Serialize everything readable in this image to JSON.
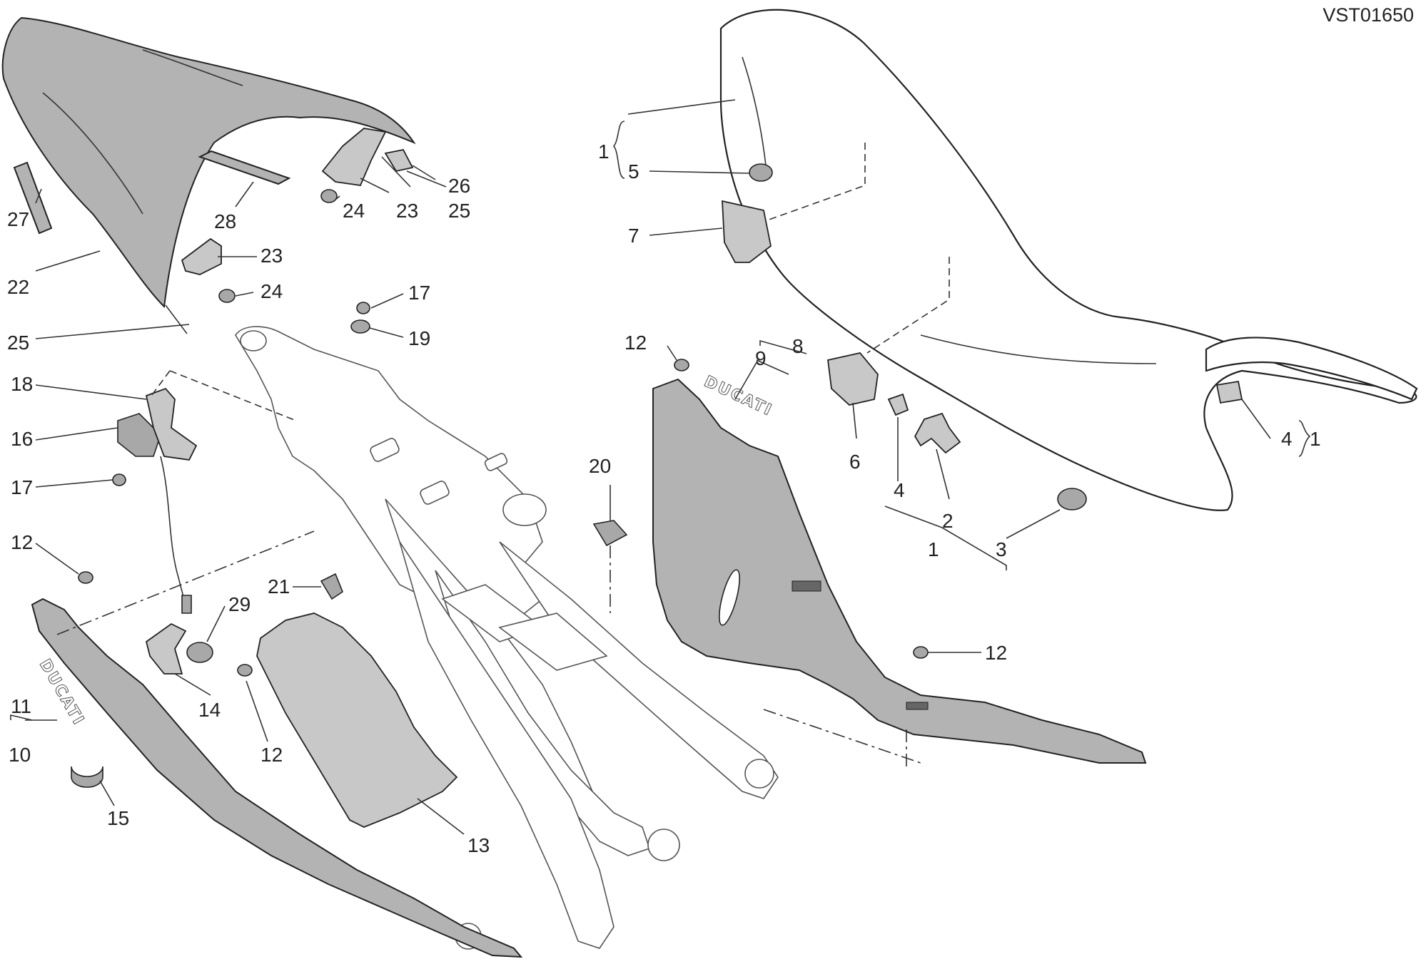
{
  "drawing_code": "VST01650",
  "brand_text": "DUCATI",
  "colors": {
    "part_fill": "#b3b3b3",
    "line": "#222222",
    "background": "#ffffff"
  },
  "callouts": [
    {
      "id": "c27",
      "text": "27"
    },
    {
      "id": "c22",
      "text": "22"
    },
    {
      "id": "c25a",
      "text": "25"
    },
    {
      "id": "c28",
      "text": "28"
    },
    {
      "id": "c24a",
      "text": "24"
    },
    {
      "id": "c23a",
      "text": "23"
    },
    {
      "id": "c25b",
      "text": "25"
    },
    {
      "id": "c26",
      "text": "26"
    },
    {
      "id": "c23b",
      "text": "23"
    },
    {
      "id": "c24b",
      "text": "24"
    },
    {
      "id": "c17a",
      "text": "17"
    },
    {
      "id": "c19",
      "text": "19"
    },
    {
      "id": "c18",
      "text": "18"
    },
    {
      "id": "c16",
      "text": "16"
    },
    {
      "id": "c17b",
      "text": "17"
    },
    {
      "id": "c12a",
      "text": "12"
    },
    {
      "id": "c29",
      "text": "29"
    },
    {
      "id": "c14",
      "text": "14"
    },
    {
      "id": "c11",
      "text": "11"
    },
    {
      "id": "c10",
      "text": "10"
    },
    {
      "id": "c15",
      "text": "15"
    },
    {
      "id": "c21",
      "text": "21"
    },
    {
      "id": "c12b",
      "text": "12"
    },
    {
      "id": "c13",
      "text": "13"
    },
    {
      "id": "c20",
      "text": "20"
    },
    {
      "id": "c1a",
      "text": "1"
    },
    {
      "id": "c5",
      "text": "5"
    },
    {
      "id": "c7",
      "text": "7"
    },
    {
      "id": "c12c",
      "text": "12"
    },
    {
      "id": "c8",
      "text": "8"
    },
    {
      "id": "c9",
      "text": "9"
    },
    {
      "id": "c6",
      "text": "6"
    },
    {
      "id": "c4a",
      "text": "4"
    },
    {
      "id": "c2",
      "text": "2"
    },
    {
      "id": "c1b",
      "text": "1"
    },
    {
      "id": "c3",
      "text": "3"
    },
    {
      "id": "c4b",
      "text": "4"
    },
    {
      "id": "c1c",
      "text": "1"
    },
    {
      "id": "c12d",
      "text": "12"
    }
  ]
}
